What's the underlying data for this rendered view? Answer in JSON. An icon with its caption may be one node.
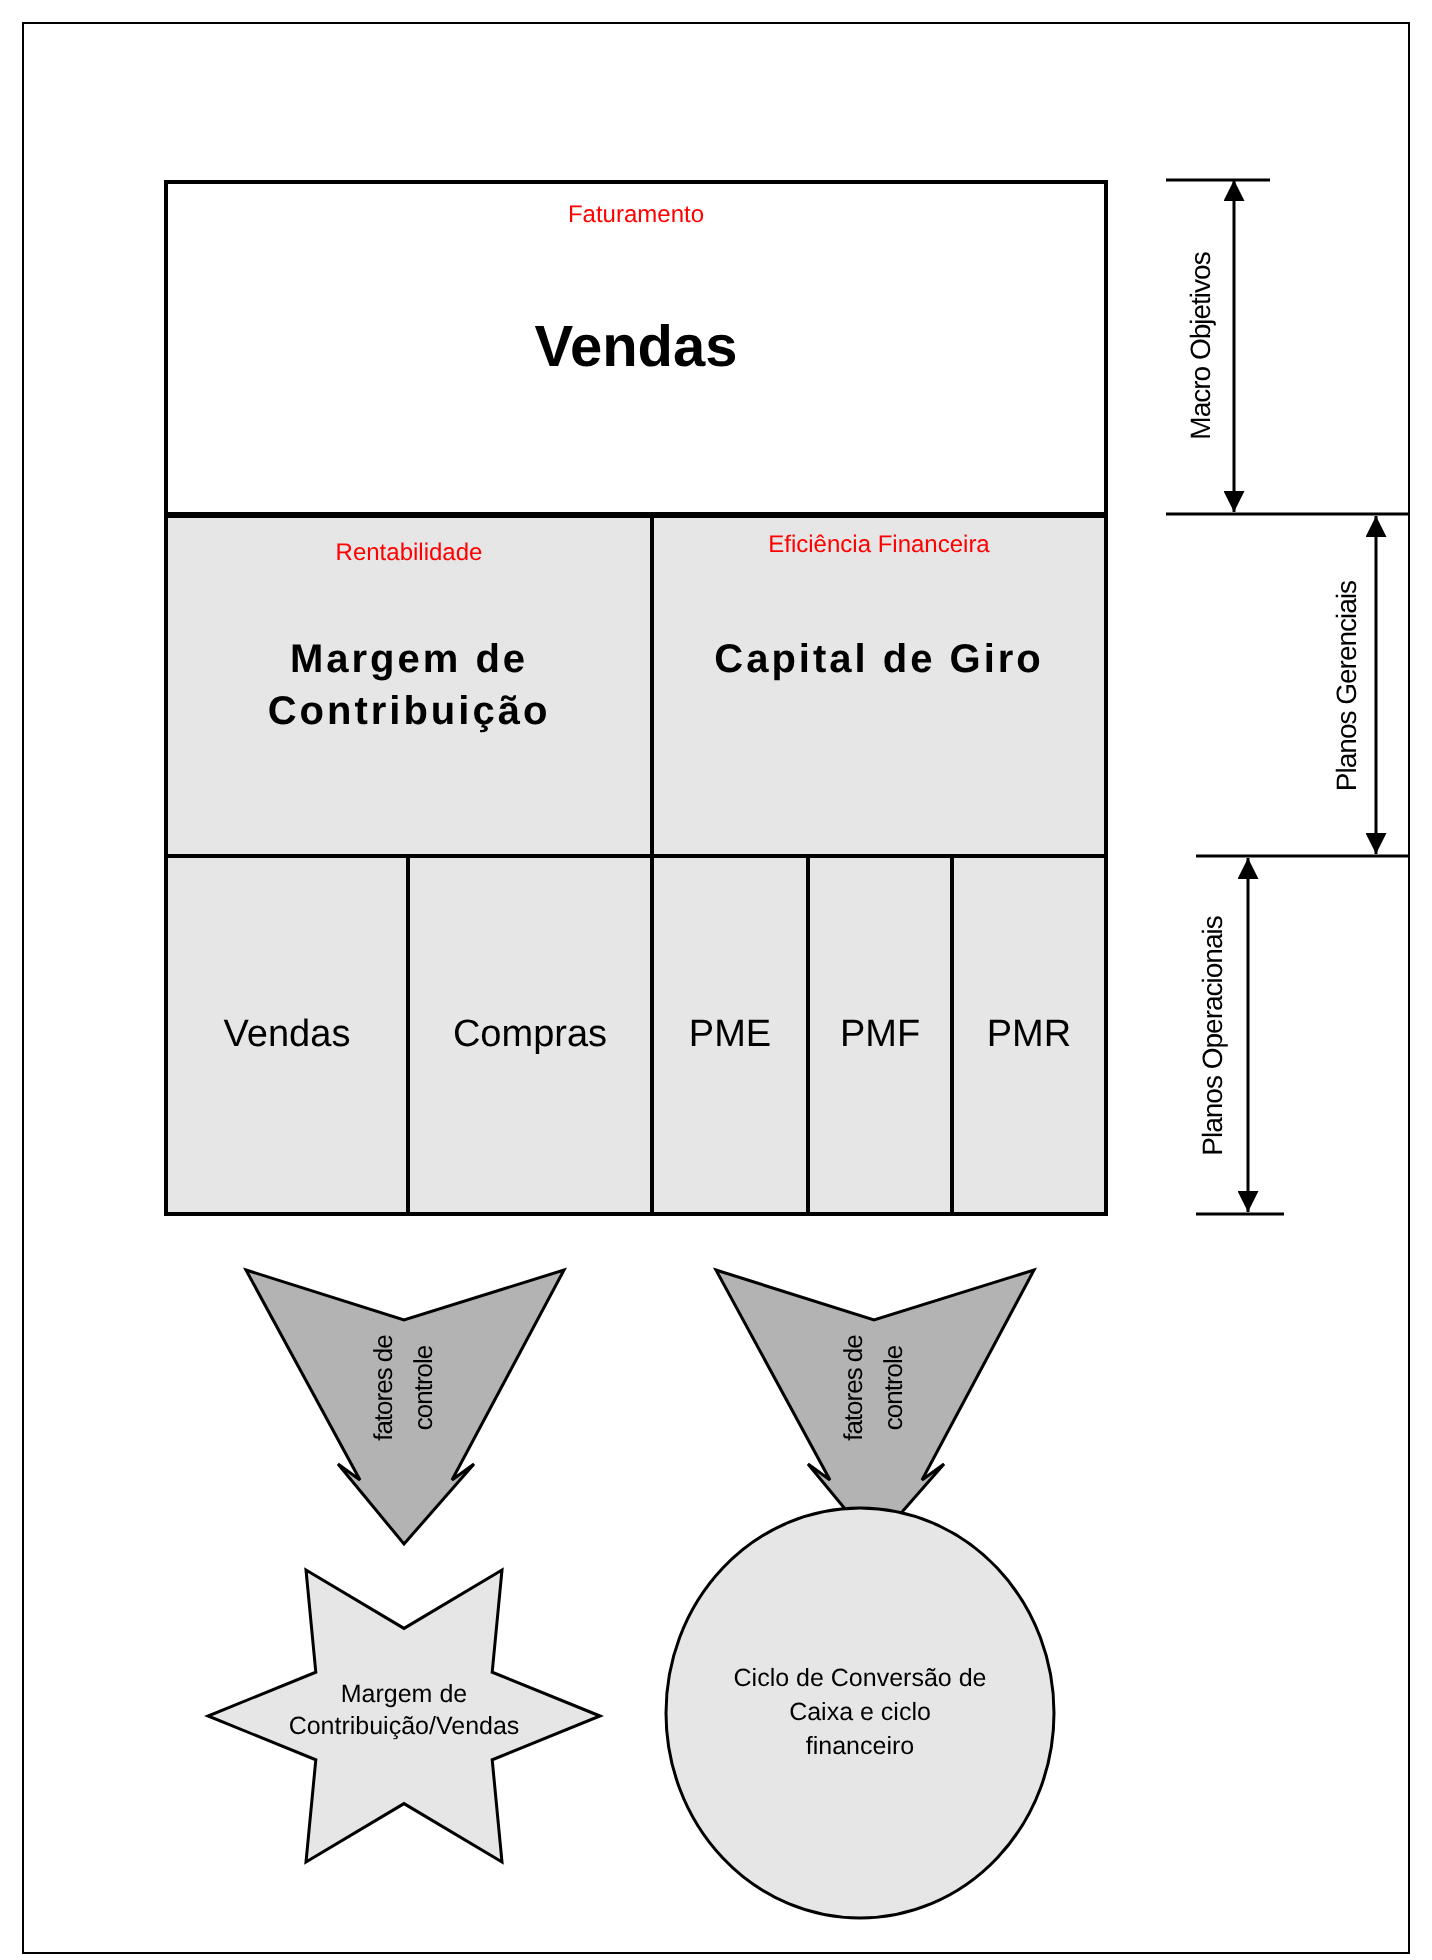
{
  "diagram": {
    "nodes": [
      {
        "text": [
          "Faturamento",
          "Vendas"
        ]
      },
      {
        "text": [
          "Rentabilidade",
          "Margem de Contribuição"
        ]
      },
      {
        "text": [
          "Eficiência Financeira",
          "Capital de Giro"
        ]
      },
      {
        "text": [
          "Vendas"
        ]
      },
      {
        "text": [
          "Compras"
        ]
      },
      {
        "text": [
          "PME"
        ]
      },
      {
        "text": [
          "PMF"
        ]
      },
      {
        "text": [
          "PMR"
        ]
      },
      {
        "text": [
          "fatores de controle"
        ]
      },
      {
        "text": [
          "fatores de controle"
        ]
      },
      {
        "text": [
          "Margem de Contribuição/Vendas"
        ]
      },
      {
        "text": [
          "Ciclo de Conversão de Caixa e ciclo financeiro"
        ]
      }
    ],
    "labels": [
      "Macro Objetivos",
      "Planos Gerenciais",
      "Planos Operacionais"
    ]
  }
}
